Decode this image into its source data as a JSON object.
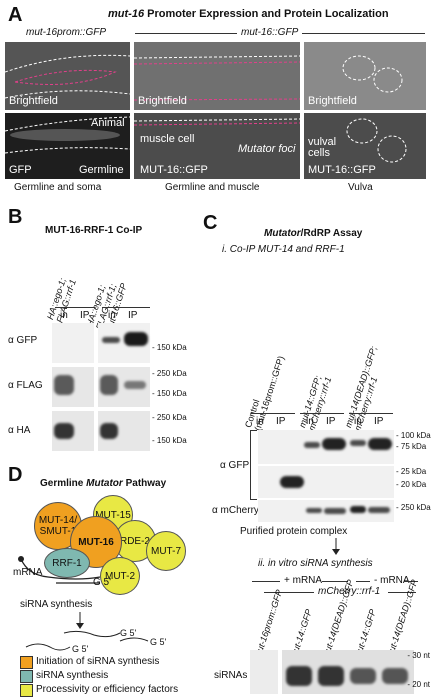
{
  "panel_a": {
    "letter": "A",
    "title_gene": "mut-16",
    "title_rest": " Promoter Expression and Protein Localization",
    "col1_header": "mut-16prom::GFP",
    "col2_header": "mut-16::GFP",
    "tiles": {
      "t1": "Brightfield",
      "t2": "Brightfield",
      "t3": "Brightfield",
      "t4_gfp": "GFP",
      "t4_animal": "Animal",
      "t4_germline": "Germline",
      "t5_muscle": "muscle cell",
      "t5_foci": "Mutator foci",
      "t5_name": "MUT-16::GFP",
      "t6_vulval": "vulval\ncells",
      "t6_name": "MUT-16::GFP"
    },
    "captions": [
      "Germline and soma",
      "Germline and muscle",
      "Vulva"
    ]
  },
  "panel_b": {
    "letter": "B",
    "title": "MUT-16-RRF-1 Co-IP",
    "lane1_label": "HA::ego-1;\nFLAG::rrf-1",
    "lane2_label": "HA::ego-1;\nFLAG::rrf-1;\nmut-16::GFP",
    "lanes": [
      "in",
      "IP",
      "in",
      "IP"
    ],
    "rows": [
      {
        "label": "α GFP",
        "sizes": [
          "- 150 kDa"
        ]
      },
      {
        "label": "α FLAG",
        "sizes": [
          "- 250 kDa",
          "- 150 kDa"
        ]
      },
      {
        "label": "α HA",
        "sizes": [
          "- 250 kDa",
          "- 150 kDa"
        ]
      }
    ]
  },
  "panel_c": {
    "letter": "C",
    "title_italic": "Mutator",
    "title_rest": "/RdRP Assay",
    "subtitle_i": "i. Co-IP MUT-14 and RRF-1",
    "lane_labels": [
      "Control\n(mut-16prom::GFP)",
      "mut-14::GFP;\nmCherry::rrf-1",
      "mut-14(DEAD)::GFP;\nmCherry::rrf-1"
    ],
    "lanes": [
      "in",
      "IP",
      "in",
      "IP",
      "in",
      "IP"
    ],
    "gfp_label": "α GFP",
    "gfp_sizes": [
      "- 100 kDa",
      "- 75 kDa",
      "- 25 kDa",
      "- 20 kDa"
    ],
    "mcherry_label": "α mCherry",
    "mcherry_sizes": [
      "- 250 kDa"
    ],
    "purified": "Purified protein complex",
    "subtitle_ii": "ii. in vitro siRNA synthesis",
    "plus_mrna": "+ mRNA",
    "minus_mrna": "- mRNA",
    "mcherry_rrf": "mCherry::rrf-1",
    "sirna_lanes": [
      "mut-16prom::GFP",
      "mut-14::GFP",
      "mut-14(DEAD)::GFP",
      "mut-14::GFP",
      "mut-14(DEAD)::GFP"
    ],
    "sirna_label": "siRNAs",
    "sirna_sizes": [
      "- 30 nt",
      "- 20 nt"
    ]
  },
  "panel_d": {
    "letter": "D",
    "title_pre": "Germline ",
    "title_italic": "Mutator",
    "title_post": " Pathway",
    "proteins": [
      "MUT-14/\nSMUT-1",
      "MUT-15",
      "RDE-2",
      "MUT-16",
      "MUT-7",
      "RRF-1",
      "MUT-2"
    ],
    "mrna": "mRNA",
    "g5": "G 5'",
    "synthesis": "siRNA synthesis",
    "g5_labels": [
      "G 5'",
      "G 5'",
      "G 5'"
    ],
    "legend": [
      {
        "label": "Initiation of siRNA synthesis",
        "color": "#f0a020"
      },
      {
        "label": "siRNA synthesis",
        "color": "#7fb8b0"
      },
      {
        "label": "Processivity or efficiency factors",
        "color": "#e8e844"
      }
    ]
  },
  "colors": {
    "orange": "#f0a020",
    "teal": "#7fb8b0",
    "yellow": "#e8e844",
    "dashes_pink": "#e0408a"
  }
}
